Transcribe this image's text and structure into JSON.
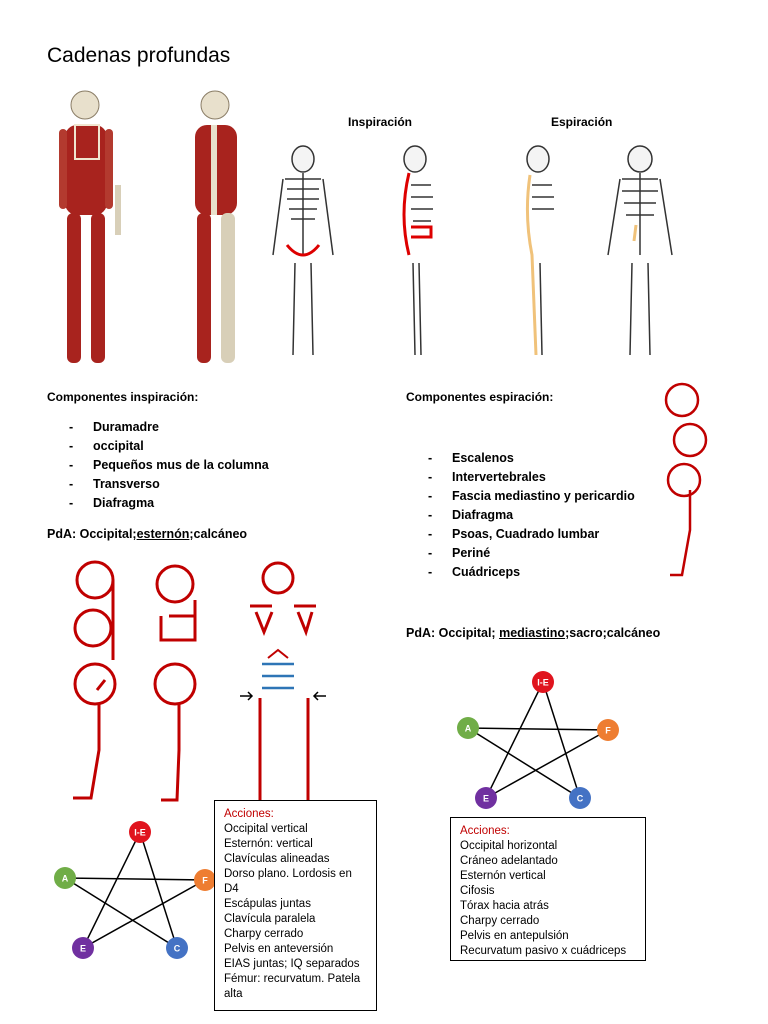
{
  "title": "Cadenas profundas",
  "top_labels": {
    "inspiracion": "Inspiración",
    "espiracion": "Espiración"
  },
  "inspiration": {
    "heading": "Componentes inspiración:",
    "items": [
      "Duramadre",
      "occipital",
      "Pequeños mus de la columna",
      "Transverso",
      "Diafragma"
    ],
    "pda_prefix": "PdA: Occipital;",
    "pda_underlined": "esternón",
    "pda_suffix": ";calcáneo"
  },
  "expiration": {
    "heading": "Componentes espiración:",
    "items": [
      "Escalenos",
      "Intervertebrales",
      "Fascia mediastino y pericardio",
      "Diafragma",
      "Psoas, Cuadrado lumbar",
      "Periné",
      "Cuádriceps"
    ],
    "pda_prefix": "PdA: Occipital; ",
    "pda_underlined": "mediastino",
    "pda_suffix": ";sacro;calcáneo"
  },
  "pentagram_nodes": [
    {
      "label": "I-E",
      "color": "#e0141e"
    },
    {
      "label": "F",
      "color": "#ee7d31"
    },
    {
      "label": "C",
      "color": "#4472c4"
    },
    {
      "label": "E",
      "color": "#7030a0"
    },
    {
      "label": "A",
      "color": "#70ad47"
    }
  ],
  "actions_left": {
    "heading": "Acciones:",
    "items": [
      "Occipital vertical",
      "Esternón: vertical",
      "Clavículas alineadas",
      "Dorso plano. Lordosis en D4",
      "Escápulas juntas",
      "Clavícula paralela",
      "Charpy cerrado",
      "Pelvis en anteversión",
      "EIAS juntas; IQ separados",
      "Fémur: recurvatum. Patela alta"
    ]
  },
  "actions_right": {
    "heading": "Acciones:",
    "items": [
      "Occipital horizontal",
      "Cráneo adelantado",
      "Esternón vertical",
      "Cifosis",
      "Tórax hacia atrás",
      "Charpy cerrado",
      "Pelvis en antepulsión",
      "Recurvatum pasivo x cuádriceps"
    ]
  },
  "colors": {
    "chain_red": "#c00000",
    "diaphragm_blue": "#2e75b6",
    "bone": "#e8e0cc",
    "muscle": "#a8231e",
    "expiration_line": "#f0c27a"
  }
}
